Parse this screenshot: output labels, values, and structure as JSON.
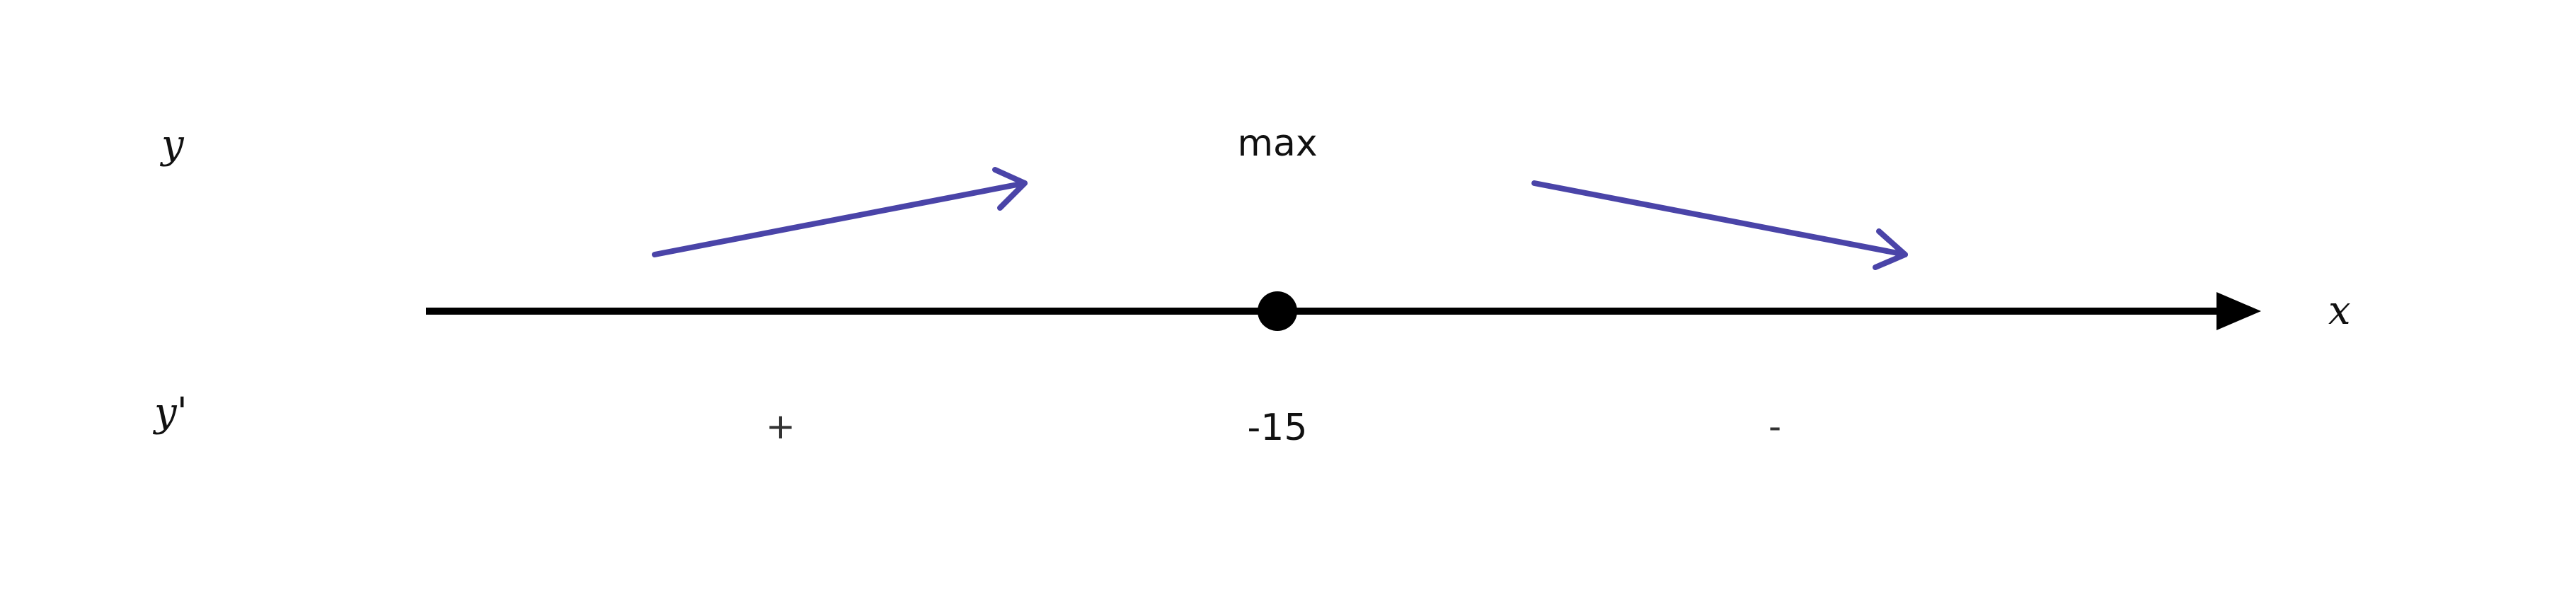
{
  "diagram": {
    "row_labels": {
      "function": "y",
      "derivative": "y'"
    },
    "axis_variable": "x",
    "critical_point": {
      "value": "-15",
      "extremum": "max"
    },
    "signs": {
      "left": "+",
      "right": "-"
    },
    "trend": {
      "left": "increasing",
      "right": "decreasing"
    },
    "colors": {
      "axis": "#000000",
      "arrow": "#4a44a8"
    }
  }
}
